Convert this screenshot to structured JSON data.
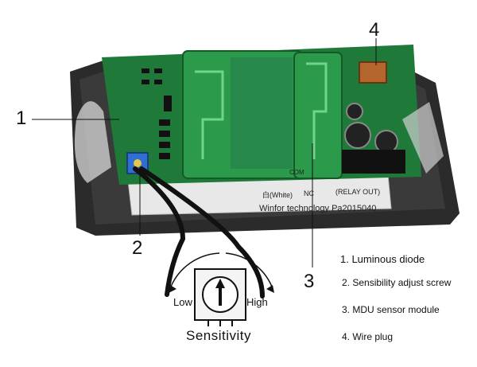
{
  "callouts": [
    "1",
    "2",
    "3",
    "4"
  ],
  "legend": [
    "1. Luminous diode",
    "2. Sensibility adjust screw",
    "3. MDU sensor module",
    "4. Wire plug"
  ],
  "dial": {
    "low_label": "Low",
    "high_label": "High",
    "caption": "Sensitivity"
  },
  "board_text": {
    "white": "白(White)",
    "nc": "NC",
    "relay": "(RELAY OUT)",
    "maker": "Winfor technology Pa2015040",
    "com": "COM"
  },
  "colors": {
    "pcb": "#1f7a3a",
    "pcb_dark": "#145a29",
    "housing": "#2a2a2a",
    "potentiometer": "#2f6fd1",
    "plug": "#b5652e"
  }
}
